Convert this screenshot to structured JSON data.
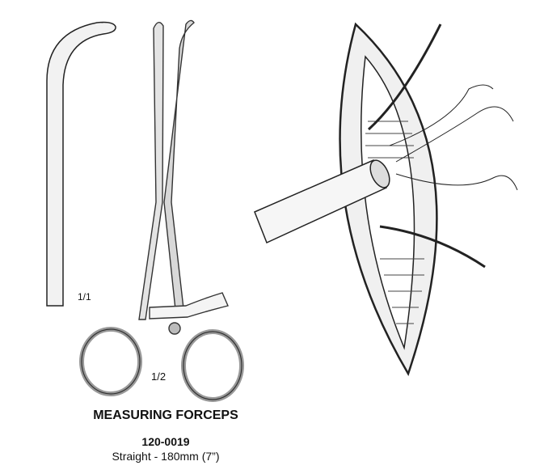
{
  "product": {
    "name": "MEASURING FORCEPS",
    "code": "120-0019",
    "description": "Straight - 180mm (7”)",
    "scale_full": "1/1",
    "scale_half": "1/2"
  },
  "colors": {
    "line": "#222222",
    "metal": "#d8d8d8",
    "background": "#ffffff"
  }
}
